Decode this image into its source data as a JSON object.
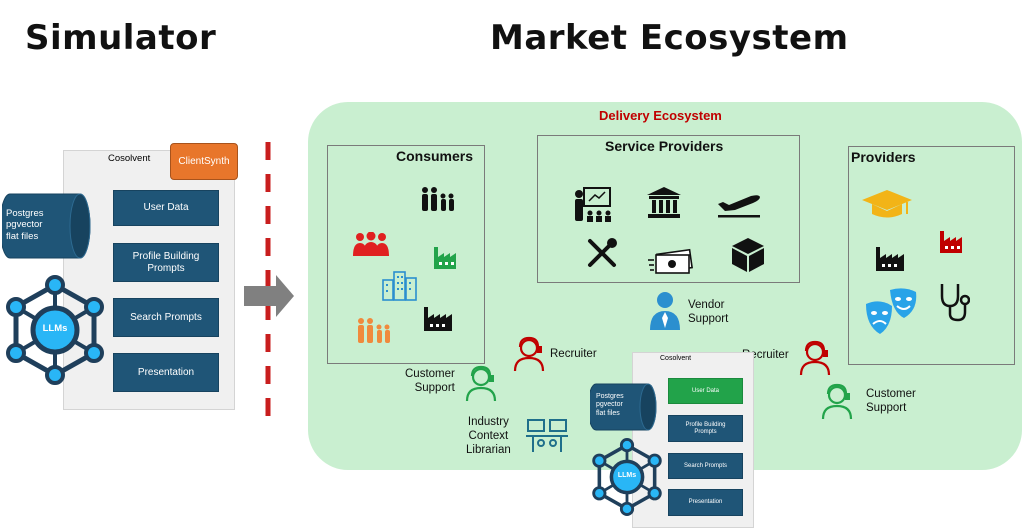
{
  "titles": {
    "simulator": "Simulator",
    "market": "Market Ecosystem"
  },
  "simulator": {
    "panel_label": "Cosolvent",
    "clientsynth": "ClientSynth",
    "db_label": "Postgres\npgvector\nflat files",
    "llm_label": "LLMs",
    "boxes": [
      "User Data",
      "Profile Building\nPrompts",
      "Search Prompts",
      "Presentation"
    ]
  },
  "delivery": {
    "title": "Delivery Ecosystem",
    "consumers": "Consumers",
    "service_providers": "Service Providers",
    "providers": "Providers",
    "vendor_support": "Vendor\nSupport",
    "recruiter_left": "Recruiter",
    "recruiter_right": "Recruiter",
    "customer_support_left": "Customer\nSupport",
    "customer_support_right": "Customer\nSupport",
    "librarian": "Industry\nContext\nLibrarian"
  },
  "mini": {
    "panel_label": "Cosolvent",
    "db_label": "Postgres\npgvector\nflat files",
    "llm_label": "LLMs",
    "boxes": [
      "User Data",
      "Profile Building\nPrompts",
      "Search Prompts",
      "Presentation"
    ]
  },
  "colors": {
    "delivery_bg": "#c9efd0",
    "delivery_title": "#c00000",
    "box": "#1f5577",
    "orange": "#e8762b",
    "dashed": "#c81e1e",
    "arrow": "#808080"
  }
}
